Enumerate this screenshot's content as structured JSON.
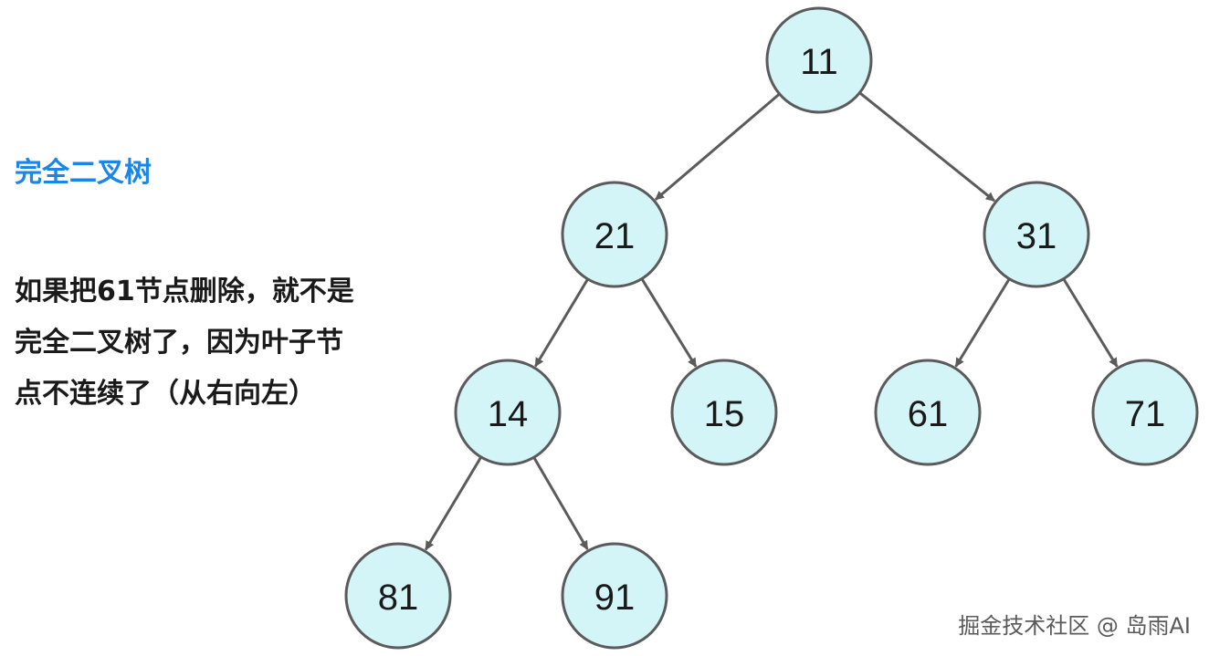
{
  "title": "完全二叉树",
  "description_lines": [
    "如果把61节点删除，就不是",
    "完全二叉树了，因为叶子节",
    "点不连续了（从右向左）"
  ],
  "watermark": "掘金技术社区 @ 岛雨AI",
  "colors": {
    "title": "#1a86e8",
    "node_fill": "#d3f5f8",
    "node_stroke": "#5b5b5b",
    "edge": "#5b5b5b"
  },
  "tree": {
    "nodes": [
      {
        "id": "n11",
        "label": "11"
      },
      {
        "id": "n21",
        "label": "21"
      },
      {
        "id": "n31",
        "label": "31"
      },
      {
        "id": "n14",
        "label": "14"
      },
      {
        "id": "n15",
        "label": "15"
      },
      {
        "id": "n61",
        "label": "61"
      },
      {
        "id": "n71",
        "label": "71"
      },
      {
        "id": "n81",
        "label": "81"
      },
      {
        "id": "n91",
        "label": "91"
      }
    ],
    "edges": [
      {
        "from": "n11",
        "to": "n21"
      },
      {
        "from": "n11",
        "to": "n31"
      },
      {
        "from": "n21",
        "to": "n14"
      },
      {
        "from": "n21",
        "to": "n15"
      },
      {
        "from": "n31",
        "to": "n61"
      },
      {
        "from": "n31",
        "to": "n71"
      },
      {
        "from": "n14",
        "to": "n81"
      },
      {
        "from": "n14",
        "to": "n91"
      }
    ]
  }
}
